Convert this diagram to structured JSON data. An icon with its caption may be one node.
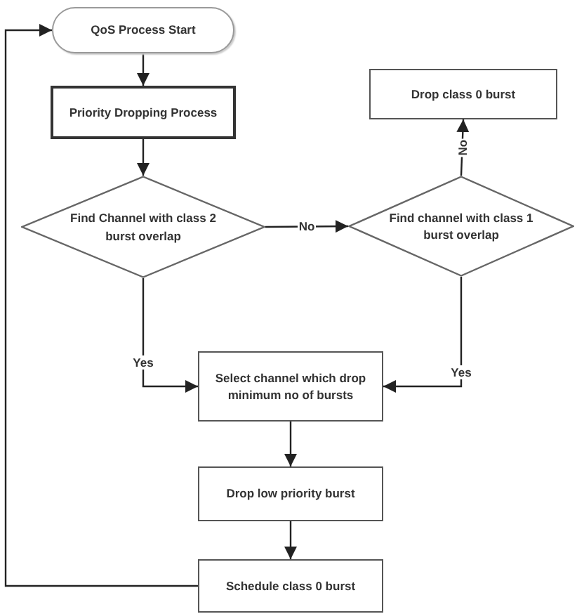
{
  "diagram": {
    "nodes": [
      {
        "text": [
          "QoS Process Start"
        ]
      },
      {
        "text": [
          "Priority Dropping Process"
        ]
      },
      {
        "text": [
          "Find Channel with class 2 burst overlap"
        ]
      },
      {
        "text": [
          "Find channel with class 1 burst overlap"
        ]
      },
      {
        "text": [
          "Drop class 0 burst"
        ]
      },
      {
        "text": [
          "Select channel which drop minimum no of bursts"
        ]
      },
      {
        "text": [
          "Drop low priority burst"
        ]
      },
      {
        "text": [
          "Schedule class 0 burst"
        ]
      }
    ],
    "edges": [
      {
        "from": 0,
        "to": 1,
        "arrow": "to"
      },
      {
        "from": 1,
        "to": 2,
        "arrow": "to"
      },
      {
        "from": 2,
        "to": 3,
        "label": "No",
        "arrow": "to"
      },
      {
        "from": 3,
        "to": 4,
        "label": "No",
        "arrow": "to"
      },
      {
        "from": 2,
        "to": 5,
        "label": "Yes",
        "arrow": "to"
      },
      {
        "from": 3,
        "to": 5,
        "label": "Yes",
        "arrow": "to"
      },
      {
        "from": 5,
        "to": 6,
        "arrow": "to"
      },
      {
        "from": 6,
        "to": 7,
        "arrow": "to"
      },
      {
        "from": 7,
        "to": 0,
        "arrow": "to"
      }
    ]
  }
}
